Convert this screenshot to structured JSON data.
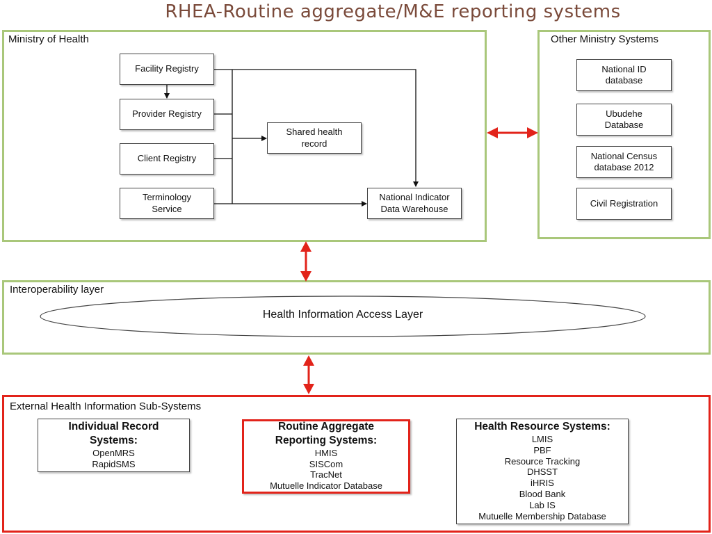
{
  "title": "RHEA-Routine aggregate/M&E reporting systems",
  "ministry": {
    "label": "Ministry of Health",
    "facility_registry": "Facility Registry",
    "provider_registry": "Provider Registry",
    "client_registry": "Client Registry",
    "terminology_service": "Terminology\nService",
    "shared_health_record": "Shared health\nrecord",
    "national_indicator": "National Indicator\nData Warehouse"
  },
  "other": {
    "label": "Other Ministry Systems",
    "national_id": "National ID\ndatabase",
    "ubudehe": "Ubudehe\nDatabase",
    "census": "National Census\ndatabase 2012",
    "civil": "Civil Registration"
  },
  "interop": {
    "label": "Interoperability layer",
    "hial": "Health Information Access Layer"
  },
  "external": {
    "label": "External Health Information Sub-Systems",
    "individual": {
      "heading": "Individual Record\nSystems:",
      "items": [
        "OpenMRS",
        "RapidSMS"
      ]
    },
    "routine": {
      "heading": "Routine Aggregate\nReporting Systems:",
      "items": [
        "HMIS",
        "SISCom",
        "TracNet",
        "Mutuelle Indicator Database"
      ]
    },
    "resource": {
      "heading": "Health Resource Systems:",
      "items": [
        "LMIS",
        "PBF",
        "Resource Tracking",
        "DHSST",
        "iHRIS",
        "Blood Bank",
        "Lab IS",
        "Mutuelle Membership Database"
      ]
    }
  },
  "colors": {
    "panel_border": "#a9c77a",
    "highlight_red": "#e2231a",
    "title": "#7a4a3a"
  }
}
